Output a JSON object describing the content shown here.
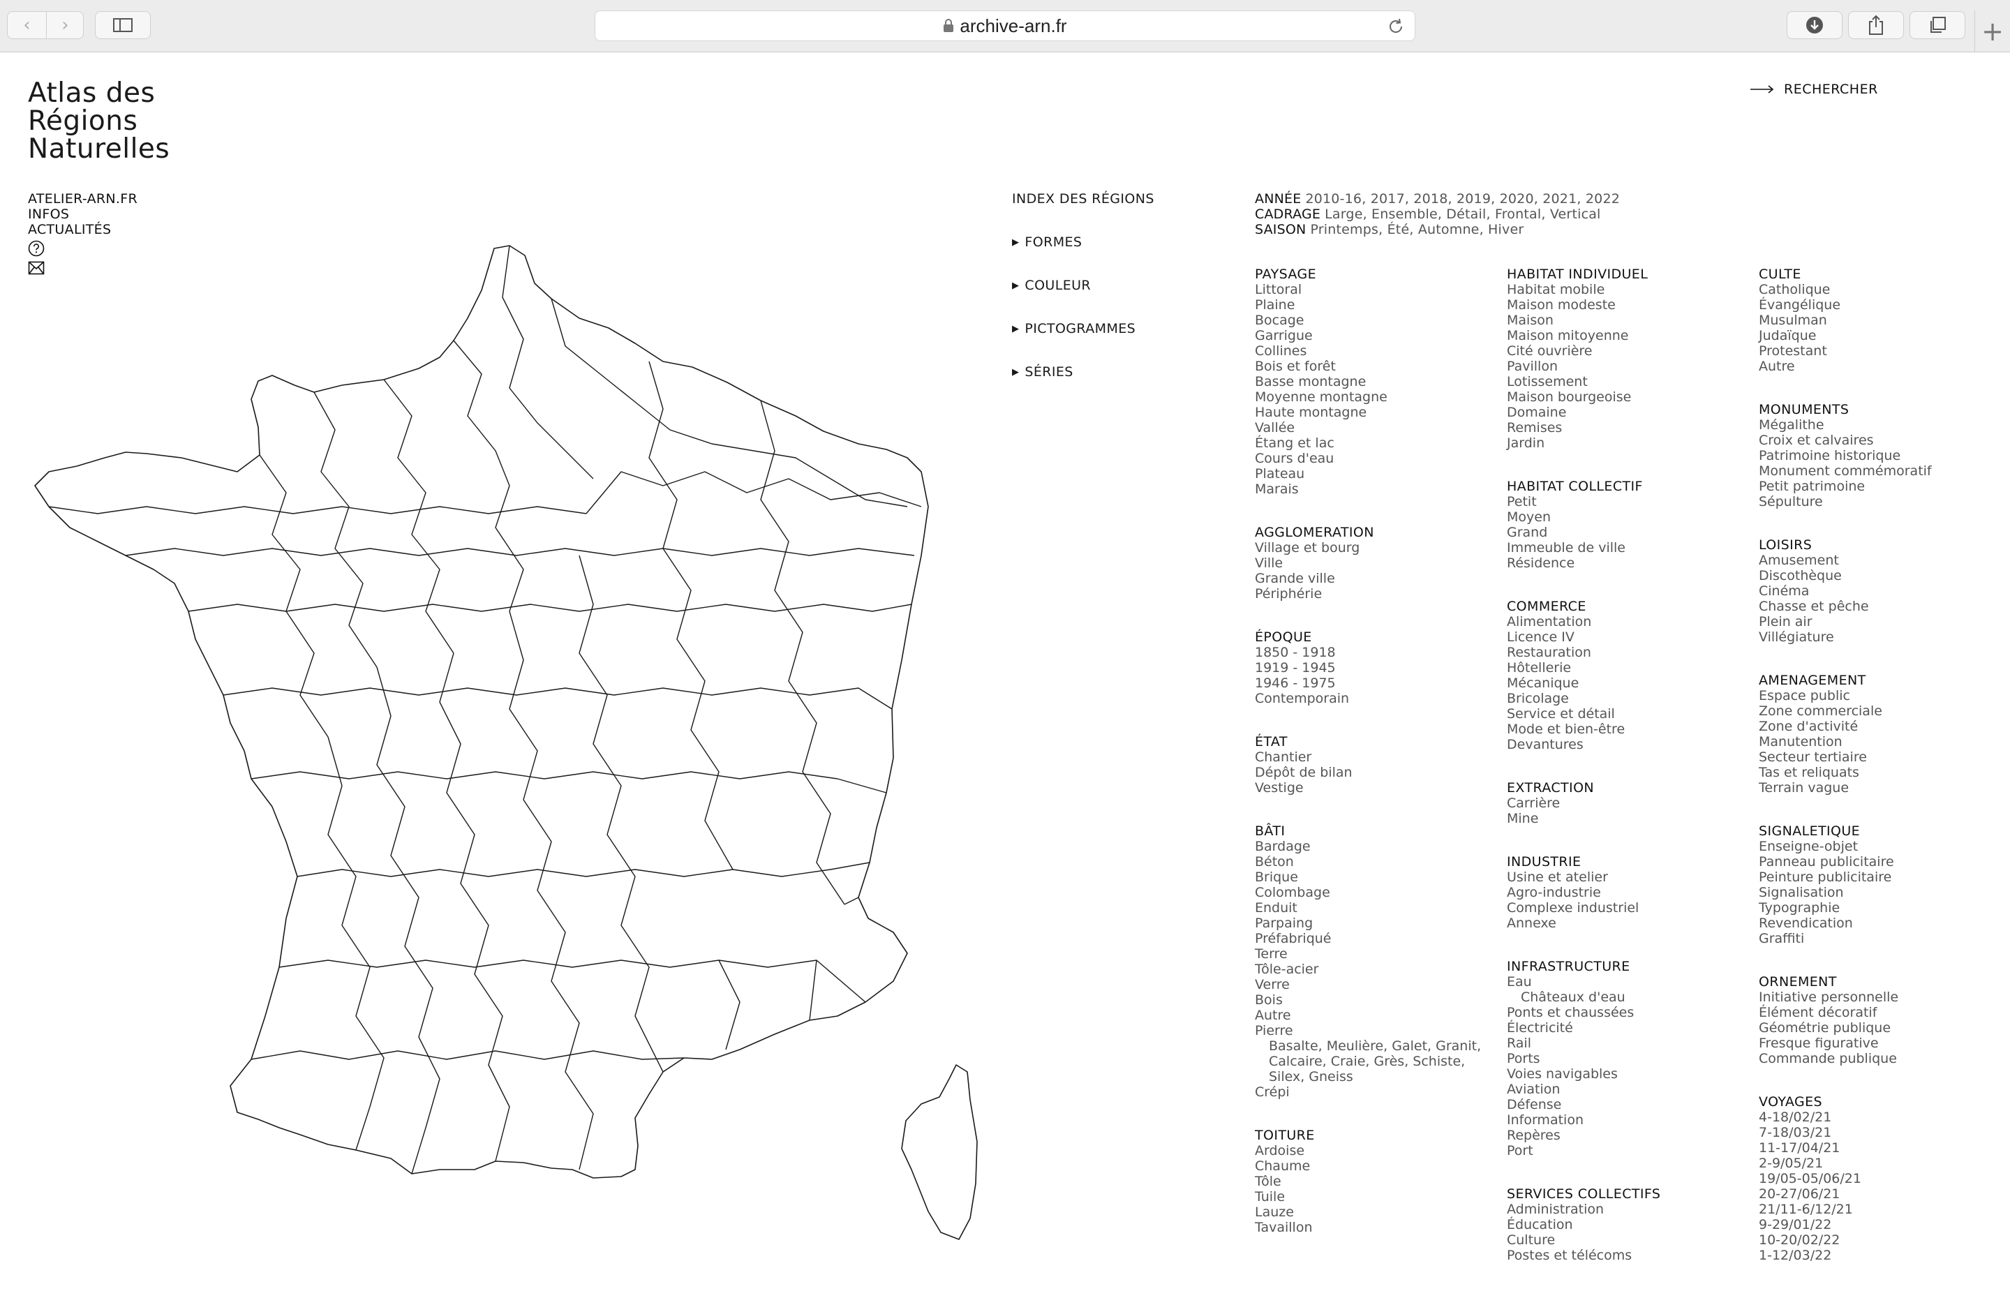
{
  "browser": {
    "url": "archive-arn.fr"
  },
  "site": {
    "title_lines": [
      "Atlas des",
      "Régions",
      "Naturelles"
    ],
    "nav": [
      "ATELIER-ARN.FR",
      "INFOS",
      "ACTUALITÉS"
    ],
    "search": "RECHERCHER"
  },
  "index": {
    "title": "INDEX DES RÉGIONS",
    "items": [
      "FORMES",
      "COULEUR",
      "PICTOGRAMMES",
      "SÉRIES"
    ]
  },
  "filters": [
    {
      "label": "ANNÉE",
      "values": "2010-16, 2017, 2018, 2019, 2020, 2021, 2022"
    },
    {
      "label": "CADRAGE",
      "values": "Large, Ensemble, Détail, Frontal, Vertical"
    },
    {
      "label": "SAISON",
      "values": "Printemps, Été, Automne, Hiver"
    }
  ],
  "columns": [
    [
      {
        "title": "PAYSAGE",
        "items": [
          "Littoral",
          "Plaine",
          "Bocage",
          "Garrigue",
          "Collines",
          "Bois et forêt",
          "Basse montagne",
          "Moyenne montagne",
          "Haute montagne",
          "Vallée",
          "Étang et lac",
          "Cours d'eau",
          "Plateau",
          "Marais"
        ]
      },
      {
        "title": "AGGLOMERATION",
        "items": [
          "Village et bourg",
          "Ville",
          "Grande ville",
          "Périphérie"
        ]
      },
      {
        "title": "ÉPOQUE",
        "items": [
          "1850 - 1918",
          "1919 - 1945",
          "1946 - 1975",
          "Contemporain"
        ]
      },
      {
        "title": "ÉTAT",
        "items": [
          "Chantier",
          "Dépôt de bilan",
          "Vestige"
        ]
      },
      {
        "title": "BÂTI",
        "items": [
          "Bardage",
          "Béton",
          "Brique",
          "Colombage",
          "Enduit",
          "Parpaing",
          "Préfabriqué",
          "Terre",
          "Tôle-acier",
          "Verre",
          "Bois",
          "Autre",
          "Pierre"
        ],
        "sub_items": [
          "Basalte, Meulière, Galet, Granit,",
          "Calcaire, Craie, Grès, Schiste,",
          "Silex, Gneiss"
        ],
        "after_items": [
          "Crépi"
        ]
      },
      {
        "title": "TOITURE",
        "items": [
          "Ardoise",
          "Chaume",
          "Tôle",
          "Tuile",
          "Lauze",
          "Tavaillon"
        ]
      }
    ],
    [
      {
        "title": "HABITAT INDIVIDUEL",
        "items": [
          "Habitat mobile",
          "Maison modeste",
          "Maison",
          "Maison mitoyenne",
          "Cité ouvrière",
          "Pavillon",
          "Lotissement",
          "Maison bourgeoise",
          "Domaine",
          "Remises",
          "Jardin"
        ]
      },
      {
        "title": "HABITAT COLLECTIF",
        "items": [
          "Petit",
          "Moyen",
          "Grand",
          "Immeuble de ville",
          "Résidence"
        ]
      },
      {
        "title": "COMMERCE",
        "items": [
          "Alimentation",
          "Licence IV",
          "Restauration",
          "Hôtellerie",
          "Mécanique",
          "Bricolage",
          "Service et détail",
          "Mode et bien-être",
          "Devantures"
        ]
      },
      {
        "title": "EXTRACTION",
        "items": [
          "Carrière",
          "Mine"
        ]
      },
      {
        "title": "INDUSTRIE",
        "items": [
          "Usine et atelier",
          "Agro-industrie",
          "Complexe industriel",
          "Annexe"
        ]
      },
      {
        "title": "INFRASTRUCTURE",
        "items": [
          "Eau"
        ],
        "sub_items": [
          "Châteaux d'eau"
        ],
        "after_items": [
          "Ponts et chaussées",
          "Électricité",
          "Rail",
          "Ports",
          "Voies navigables",
          "Aviation",
          "Défense",
          "Information",
          "Repères",
          "Port"
        ]
      },
      {
        "title": "SERVICES COLLECTIFS",
        "items": [
          "Administration",
          "Éducation",
          "Culture",
          "Postes et télécoms"
        ]
      }
    ],
    [
      {
        "title": "CULTE",
        "items": [
          "Catholique",
          "Évangélique",
          "Musulman",
          "Judaïque",
          "Protestant",
          "Autre"
        ]
      },
      {
        "title": "MONUMENTS",
        "items": [
          "Mégalithe",
          "Croix et calvaires",
          "Patrimoine historique",
          "Monument commémoratif",
          "Petit patrimoine",
          "Sépulture"
        ]
      },
      {
        "title": "LOISIRS",
        "items": [
          "Amusement",
          "Discothèque",
          "Cinéma",
          "Chasse et pêche",
          "Plein air",
          "Villégiature"
        ]
      },
      {
        "title": "AMENAGEMENT",
        "items": [
          "Espace public",
          "Zone commerciale",
          "Zone d'activité",
          "Manutention",
          "Secteur tertiaire",
          "Tas et reliquats",
          "Terrain vague"
        ]
      },
      {
        "title": "SIGNALETIQUE",
        "items": [
          "Enseigne-objet",
          "Panneau publicitaire",
          "Peinture publicitaire",
          "Signalisation",
          "Typographie",
          "Revendication",
          "Graffiti"
        ]
      },
      {
        "title": "ORNEMENT",
        "items": [
          "Initiative personnelle",
          "Élément décoratif",
          "Géométrie publique",
          "Fresque figurative",
          "Commande publique"
        ]
      },
      {
        "title": "VOYAGES",
        "items": [
          "4-18/02/21",
          "7-18/03/21",
          "11-17/04/21",
          "2-9/05/21",
          "19/05-05/06/21",
          "20-27/06/21",
          "21/11-6/12/21",
          "9-29/01/22",
          "10-20/02/22",
          "1-12/03/22"
        ]
      }
    ]
  ]
}
